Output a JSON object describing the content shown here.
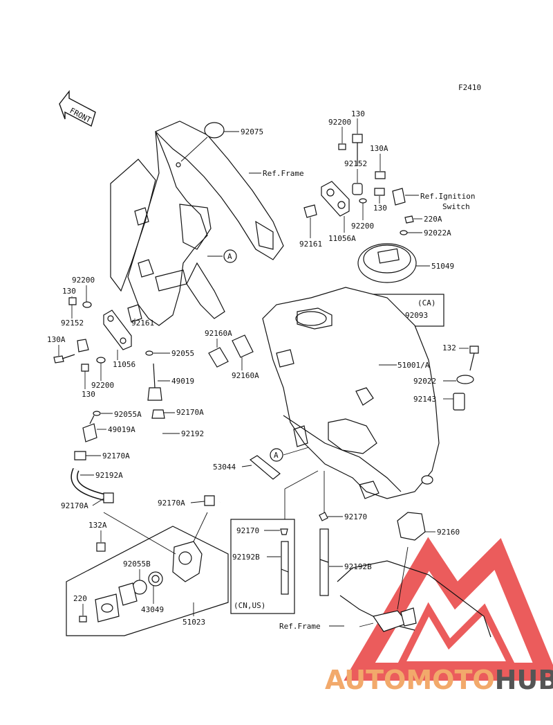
{
  "figure_code": "F2410",
  "front_label": "FRONT",
  "callout_a": "A",
  "watermark": {
    "part1": "AUTOMOTO",
    "part2": "HUB",
    "color1": "#f2a96b",
    "color2": "#555555",
    "logo_color": "#e84040"
  },
  "labels": {
    "p92075": "92075",
    "ref_frame_top": "Ref.Frame",
    "p92200_top": "92200",
    "p130_top": "130",
    "p130A_top": "130A",
    "p92152_top": "92152",
    "p130_mid": "130",
    "ref_ignition_1": "Ref.Ignition",
    "ref_ignition_2": "Switch",
    "p220A": "220A",
    "p92022A": "92022A",
    "p92200_mid": "92200",
    "p92161_top": "92161",
    "p11056A": "11056A",
    "p51049": "51049",
    "ca": "(CA)",
    "p92093": "92093",
    "p92200_left": "92200",
    "p130_left": "130",
    "p92152_left": "92152",
    "p92161_left": "92161",
    "p130A_left": "130A",
    "p11056": "11056",
    "p92200_left2": "92200",
    "p130_left2": "130",
    "p92160A_1": "92160A",
    "p92055": "92055",
    "p92160A_2": "92160A",
    "p49019": "49019",
    "p51001A": "51001/A",
    "p132": "132",
    "p92022": "92022",
    "p92143": "92143",
    "p92055A": "92055A",
    "p92170A_1": "92170A",
    "p49019A": "49019A",
    "p92192": "92192",
    "p92170A_2": "92170A",
    "p92192A": "92192A",
    "p53044": "53044",
    "p92170A_3": "92170A",
    "p92170A_4": "92170A",
    "p92170_1": "92170",
    "p92170_2": "92170",
    "p132A": "132A",
    "p92160": "92160",
    "p92192B_1": "92192B",
    "p92192B_2": "92192B",
    "p92055B": "92055B",
    "p220": "220",
    "p43049": "43049",
    "cn_us": "(CN,US)",
    "p51023": "51023",
    "ref_frame_bottom": "Ref.Frame"
  }
}
